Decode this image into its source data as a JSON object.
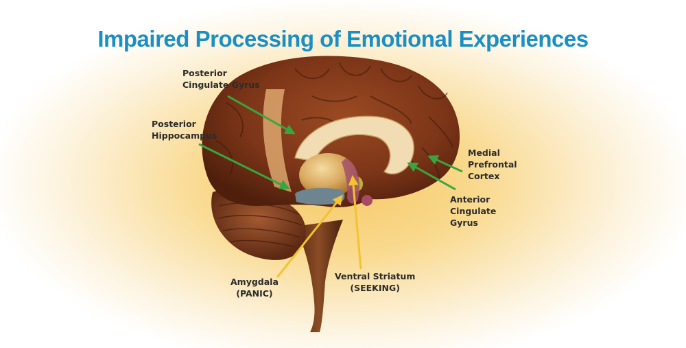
{
  "title": "Impaired Processing of Emotional Experiences",
  "labels": {
    "posterior_cingulate": [
      "Posterior",
      "Cingulate Gyrus"
    ],
    "posterior_hippocampus": [
      "Posterior",
      "Hippocampus"
    ],
    "medial_prefrontal": [
      "Medial",
      "Prefrontal",
      "Cortex"
    ],
    "anterior_cingulate": [
      "Anterior",
      "Cingulate",
      "Gyrus"
    ],
    "amygdala": [
      "Amygdala",
      "(PANIC)"
    ],
    "ventral_striatum": [
      "Ventral Striatum",
      "(SEEKING)"
    ]
  },
  "colors": {
    "title": "#1a8fc4",
    "cortex_arrow": "#3aa540",
    "subcortical_arrow": "#f2c230",
    "glow": "#f7c96a"
  }
}
